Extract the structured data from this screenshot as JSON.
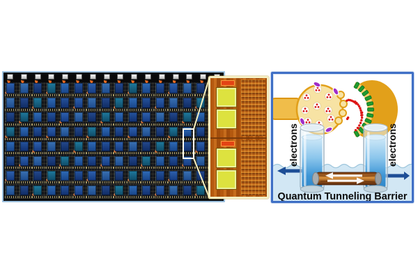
{
  "figure": {
    "kind": "scientific figure: memristor chip photos with quantum tunneling synapse schematic"
  },
  "board": {
    "rows": 8,
    "cols": 16,
    "connectors": 16,
    "bg": "#14161b",
    "strip": "#0a0a0b",
    "border": "#9cc0de",
    "chip_pairs": [
      [
        "#2e62b0",
        "#153a80"
      ],
      [
        "#25549e",
        "#112f6e"
      ],
      [
        "#2f6cb8",
        "#184488"
      ],
      [
        "#1f7a9e",
        "#0f4a66"
      ],
      [
        "#24498e",
        "#0f2b62"
      ],
      [
        "#3a72b4",
        "#1d4a8c"
      ]
    ]
  },
  "callout": {
    "line": "#f6efbe",
    "rect": "#fdfdf2"
  },
  "inset": {
    "bg": "#b35a10",
    "border": "#f4eec2",
    "pad": "#dde23f",
    "marker": "#e34414",
    "cells": 2
  },
  "panel": {
    "caption": "Quantum Tunneling Barrier",
    "electrons_left": "electrons",
    "electrons_right": "electrons",
    "border": "#3f6fc6",
    "water": "#d2e7f4",
    "arrow": "#1d4e96",
    "caption_color": "#0a0a0a"
  },
  "synapse": {
    "bulb_fill": "#f7e3a4",
    "bulb_stroke": "#e2a01a",
    "stem_fill": "#f0bd4a",
    "post_fill": "#e2a01a",
    "band": "#f4d06c",
    "receptor": "#1f9c30",
    "receptor_edge": "#0b6e1e",
    "receptor_count": 11,
    "channel": "#a02ec8",
    "channels": [
      [
        63,
        15,
        25
      ],
      [
        90,
        25,
        60
      ],
      [
        80,
        80,
        -25
      ],
      [
        42,
        68,
        65
      ]
    ],
    "vesicles": [
      [
        48,
        33
      ],
      [
        64,
        22
      ],
      [
        80,
        32
      ],
      [
        46,
        52
      ],
      [
        63,
        46
      ],
      [
        79,
        52
      ],
      [
        50,
        68
      ],
      [
        66,
        72
      ],
      [
        83,
        64
      ]
    ],
    "vesicle_dot": "#d81c1c",
    "nt_dot": "#dd1515",
    "nt_count": 26,
    "scallops": [
      [
        97,
        30
      ],
      [
        101,
        43
      ],
      [
        100,
        56
      ],
      [
        94,
        67
      ]
    ]
  },
  "rod": {
    "light": "#d8923e",
    "mid": "#b96f28",
    "dark": "#57280c",
    "cap": "#a8adb0"
  }
}
